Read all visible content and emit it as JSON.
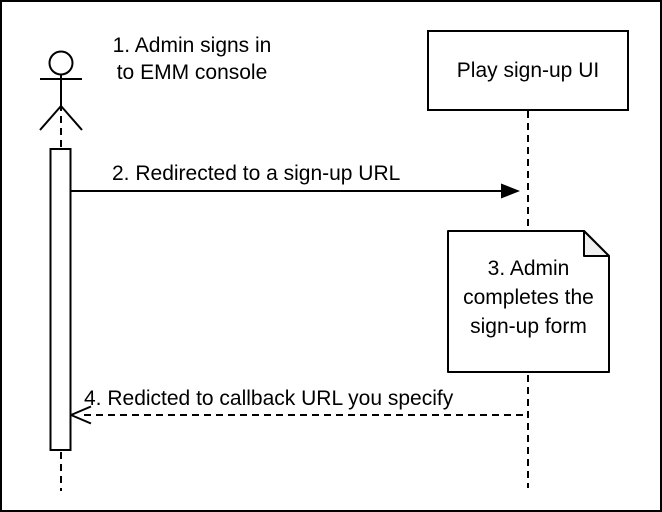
{
  "canvas": {
    "background_color": "#ffffff",
    "border_color": "#000000",
    "stroke_color": "#000000"
  },
  "actor": {
    "icon": "person-stick-figure-icon",
    "label": "1. Admin signs in\nto EMM console"
  },
  "participant": {
    "label": "Play sign-up UI"
  },
  "note": {
    "label": "3. Admin\ncompletes the\nsign-up form",
    "fold_color": "#f0f0f0"
  },
  "messages": [
    {
      "label": "2. Redirected to a sign-up URL",
      "line_style": "solid",
      "arrowhead": "filled",
      "direction": "left-to-right"
    },
    {
      "label": "4. Redicted to callback URL you specify",
      "line_style": "dashed",
      "arrowhead": "open",
      "direction": "right-to-left"
    }
  ]
}
